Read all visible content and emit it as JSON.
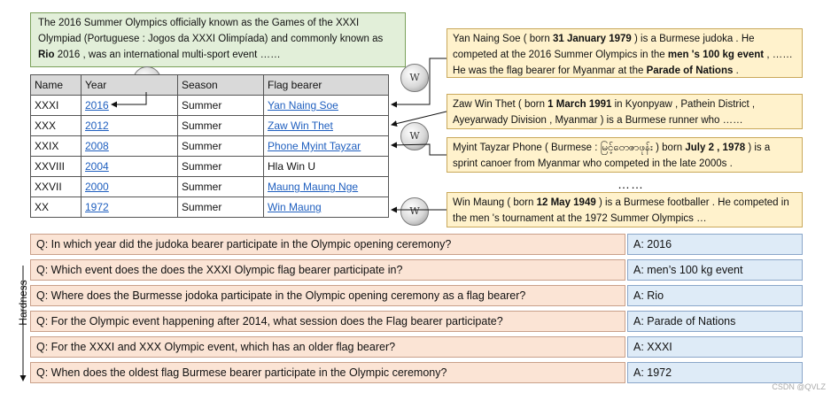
{
  "intro": {
    "pre": "The 2016 Summer Olympics officially known as the Games of the XXXI Olympiad (Portuguese : Jogos da XXXI Olimpíada) and commonly known as ",
    "bold": "Rio",
    "post": " 2016 , was an international multi-sport event ……"
  },
  "table": {
    "headers": [
      "Name",
      "Year",
      "Season",
      "Flag bearer"
    ],
    "rows": [
      {
        "name": "XXXI",
        "year": "2016",
        "season": "Summer",
        "bearer": "Yan Naing Soe",
        "linked": true
      },
      {
        "name": "XXX",
        "year": "2012",
        "season": "Summer",
        "bearer": "Zaw Win Thet",
        "linked": true
      },
      {
        "name": "XXIX",
        "year": "2008",
        "season": "Summer",
        "bearer": "Phone Myint Tayzar",
        "linked": true
      },
      {
        "name": "XXVIII",
        "year": "2004",
        "season": "Summer",
        "bearer": "Hla Win U",
        "linked": false
      },
      {
        "name": "XXVII",
        "year": "2000",
        "season": "Summer",
        "bearer": "Maung Maung Nge",
        "linked": true
      },
      {
        "name": "XX",
        "year": "1972",
        "season": "Summer",
        "bearer": "Win Maung",
        "linked": true
      }
    ]
  },
  "bios": [
    {
      "parts": [
        {
          "t": "Yan Naing Soe ( born ",
          "b": false
        },
        {
          "t": "31 January 1979",
          "b": true
        },
        {
          "t": " ) is a Burmese judoka . He competed at the 2016 Summer Olympics in the ",
          "b": false
        },
        {
          "t": "men 's 100 kg event",
          "b": true
        },
        {
          "t": " , …… He was the flag bearer for Myanmar at the ",
          "b": false
        },
        {
          "t": "Parade of Nations",
          "b": true
        },
        {
          "t": " .",
          "b": false
        }
      ]
    },
    {
      "parts": [
        {
          "t": "Zaw Win Thet ( born ",
          "b": false
        },
        {
          "t": "1 March 1991",
          "b": true
        },
        {
          "t": " in Kyonpyaw , Pathein District , Ayeyarwady Division , Myanmar ) is a Burmese runner who ……",
          "b": false
        }
      ]
    },
    {
      "parts": [
        {
          "t": "Myint Tayzar Phone ( Burmese : မြင့်တေဇာဖုန်း ) born ",
          "b": false
        },
        {
          "t": "July 2 , 1978",
          "b": true
        },
        {
          "t": " ) is a sprint canoer from Myanmar who competed in the late 2000s .",
          "b": false
        }
      ]
    },
    {
      "parts": [
        {
          "t": "Win Maung ( born ",
          "b": false
        },
        {
          "t": "12 May 1949",
          "b": true
        },
        {
          "t": " ) is a Burmese footballer . He competed in the men 's tournament at the 1972 Summer Olympics …",
          "b": false
        }
      ]
    }
  ],
  "ellipsis": "……",
  "wiki_icon": "W",
  "qa": [
    {
      "q": "Q: In which year did the judoka bearer participate in the Olympic opening ceremony?",
      "a": "A: 2016"
    },
    {
      "q": "Q: Which event does the does the XXXI Olympic flag bearer participate in?",
      "a": "A: men’s 100 kg event"
    },
    {
      "q": "Q: Where does the Burmesse jodoka participate in the Olympic opening ceremony as a flag bearer?",
      "a": "A: Rio"
    },
    {
      "q": "Q: For the Olympic event happening after 2014, what session does the Flag bearer participate?",
      "a": "A: Parade of Nations"
    },
    {
      "q": "Q: For the XXXI and XXX Olympic event, which has an older flag bearer?",
      "a": "A: XXXI"
    },
    {
      "q": "Q: When does the oldest flag Burmese bearer participate in the Olympic ceremony?",
      "a": "A: 1972"
    }
  ],
  "hardness_label": "Hardness",
  "watermark": "CSDN @QVLZ",
  "colors": {
    "question_bg": "#fbe4d5",
    "answer_bg": "#deebf7",
    "intro_bg": "#e2efd9",
    "bio_bg": "#fff2cc",
    "link": "#1f5fbf"
  }
}
